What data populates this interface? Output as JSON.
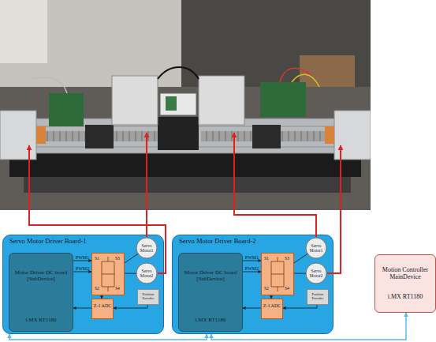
{
  "diagram": {
    "nodes": [
      {
        "text": [
          "Servo Motor Driver Board-1"
        ]
      },
      {
        "text": [
          "Motor Driver DC board [SubDevice]",
          "i.MX RT1180"
        ],
        "in": 0
      },
      {
        "text": [
          "S1",
          "S2",
          "S3",
          "S4"
        ],
        "in": 0
      },
      {
        "text": [
          "Z-1 ADC"
        ],
        "in": 0
      },
      {
        "text": [
          "Servo Motor1"
        ],
        "in": 0
      },
      {
        "text": [
          "Servo Motor2"
        ],
        "in": 0
      },
      {
        "text": [
          "Position Encoder"
        ],
        "in": 0
      },
      {
        "text": [
          "Servo Motor Driver Board-2"
        ]
      },
      {
        "text": [
          "Motor Driver DC board [SubDevice]",
          "i.MX RT1180"
        ],
        "in": 7
      },
      {
        "text": [
          "S1",
          "S2",
          "S3",
          "S4"
        ],
        "in": 7
      },
      {
        "text": [
          "Z-1 ADC"
        ],
        "in": 7
      },
      {
        "text": [
          "Servo Motor1"
        ],
        "in": 7
      },
      {
        "text": [
          "Servo Motor2"
        ],
        "in": 7
      },
      {
        "text": [
          "Position Encoder"
        ],
        "in": 7
      },
      {
        "text": [
          "Motion Controller MainDevice",
          "i.MX RT1180"
        ]
      }
    ],
    "edges": [
      {
        "from": 0,
        "to": 7,
        "arrow": "both"
      },
      {
        "from": 7,
        "to": 14,
        "arrow": "both"
      },
      {
        "from": 1,
        "to": 2,
        "label": "PWM1",
        "arrow": "to"
      },
      {
        "from": 1,
        "to": 2,
        "label": "PWM2",
        "arrow": "to"
      },
      {
        "from": 2,
        "to": 3,
        "arrow": "to"
      },
      {
        "from": 3,
        "to": 1,
        "arrow": "to"
      },
      {
        "from": 2,
        "to": 4,
        "arrow": "none"
      },
      {
        "from": 2,
        "to": 5,
        "arrow": "none"
      },
      {
        "from": 6,
        "to": 3,
        "arrow": "to"
      },
      {
        "from": 8,
        "to": 9,
        "label": "PWM1",
        "arrow": "to"
      },
      {
        "from": 8,
        "to": 9,
        "label": "PWM2",
        "arrow": "to"
      },
      {
        "from": 9,
        "to": 10,
        "arrow": "to"
      },
      {
        "from": 10,
        "to": 8,
        "arrow": "to"
      },
      {
        "from": 9,
        "to": 11,
        "arrow": "none"
      },
      {
        "from": 9,
        "to": 12,
        "arrow": "none"
      },
      {
        "from": 13,
        "to": 10,
        "arrow": "to"
      }
    ]
  }
}
